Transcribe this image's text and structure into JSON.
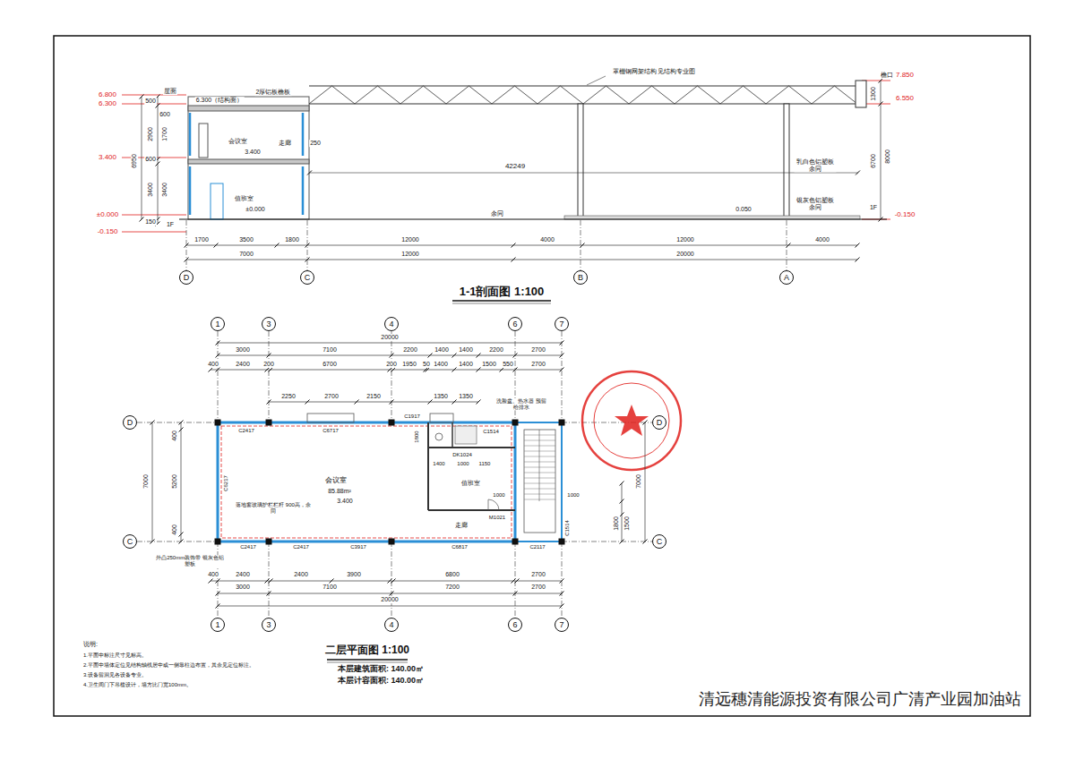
{
  "diagram": {
    "title": "清远穗清能源投资有限公司广清产业园加油站",
    "nodes": [
      {
        "text": [
          "D"
        ]
      },
      {
        "text": [
          "C"
        ]
      },
      {
        "text": [
          "B"
        ]
      },
      {
        "text": [
          "A"
        ]
      },
      {
        "text": [
          "1"
        ]
      },
      {
        "text": [
          "3"
        ]
      },
      {
        "text": [
          "4"
        ]
      },
      {
        "text": [
          "6"
        ]
      },
      {
        "text": [
          "7"
        ]
      },
      {
        "text": [
          "1"
        ]
      },
      {
        "text": [
          "3"
        ]
      },
      {
        "text": [
          "4"
        ]
      },
      {
        "text": [
          "6"
        ]
      },
      {
        "text": [
          "7"
        ]
      },
      {
        "text": [
          "D"
        ]
      },
      {
        "text": [
          "C"
        ]
      },
      {
        "text": [
          "D"
        ]
      },
      {
        "text": [
          "C"
        ]
      }
    ],
    "labels": [
      "1-1剖面图 1:100",
      "6.800",
      "6.300",
      "3.400",
      "±0.000",
      "-0.150",
      "7.850",
      "6.550",
      "-0.150",
      "屋面",
      "1F",
      "500",
      "2900",
      "600",
      "3400",
      "6950",
      "1700",
      "600",
      "3400",
      "150",
      "6.300（结构面）",
      "2厚铝板檐板",
      "会议室",
      "3.400",
      "走廊",
      "值班室",
      "±0.000",
      "42249",
      "罩棚钢网架结构 见结构专业图",
      "乳白色铝塑板 余同",
      "银灰色铝塑板 余同",
      "0.050",
      "余同",
      "檐口",
      "1300",
      "6700",
      "8000",
      "1F",
      "250",
      "1700",
      "3500",
      "1800",
      "12000",
      "4000",
      "12000",
      "4000",
      "7000",
      "12000",
      "20000",
      "二层平面图 1:100",
      "本层建筑面积: 140.00㎡",
      "本层计容面积: 140.00㎡",
      "20000",
      "3000",
      "7100",
      "2200",
      "1400",
      "1400",
      "2200",
      "2700",
      "400",
      "2400",
      "200",
      "6700",
      "200",
      "1950",
      "50",
      "1400",
      "1400",
      "1500",
      "550",
      "2700",
      "2250",
      "2700",
      "2150",
      "1350",
      "1350",
      "C2417",
      "C6717",
      "C1917",
      "C1514",
      "DK1024",
      "1400",
      "1000",
      "1150",
      "值班室",
      "会议室",
      "85.88m²",
      "3.400",
      "M1021",
      "1000",
      "1000",
      "走廊",
      "C6217",
      "落地窗玻璃护栏栏杆 900高，余同",
      "C2417",
      "C2417",
      "C3917",
      "C6817",
      "C2117",
      "C1514",
      "外凸250mm装饰带 银灰色铝塑板",
      "7000",
      "400",
      "5200",
      "400",
      "7000",
      "1800",
      "1500",
      "400",
      "2400",
      "2400",
      "3900",
      "6800",
      "2700",
      "3000",
      "7100",
      "7200",
      "2700",
      "20000",
      "洗脸盆、热水器 预留给排水",
      "说明:",
      "1.平面中标注尺寸见标高。",
      "2.平面中墙体定位见结构轴线居中或一侧靠柱边布置，其余见定位标注。",
      "3.设备留洞见各设备专业。",
      "4.卫生间门下吊槛设计，墙方比门宽100mm。",
      "1800"
    ]
  }
}
